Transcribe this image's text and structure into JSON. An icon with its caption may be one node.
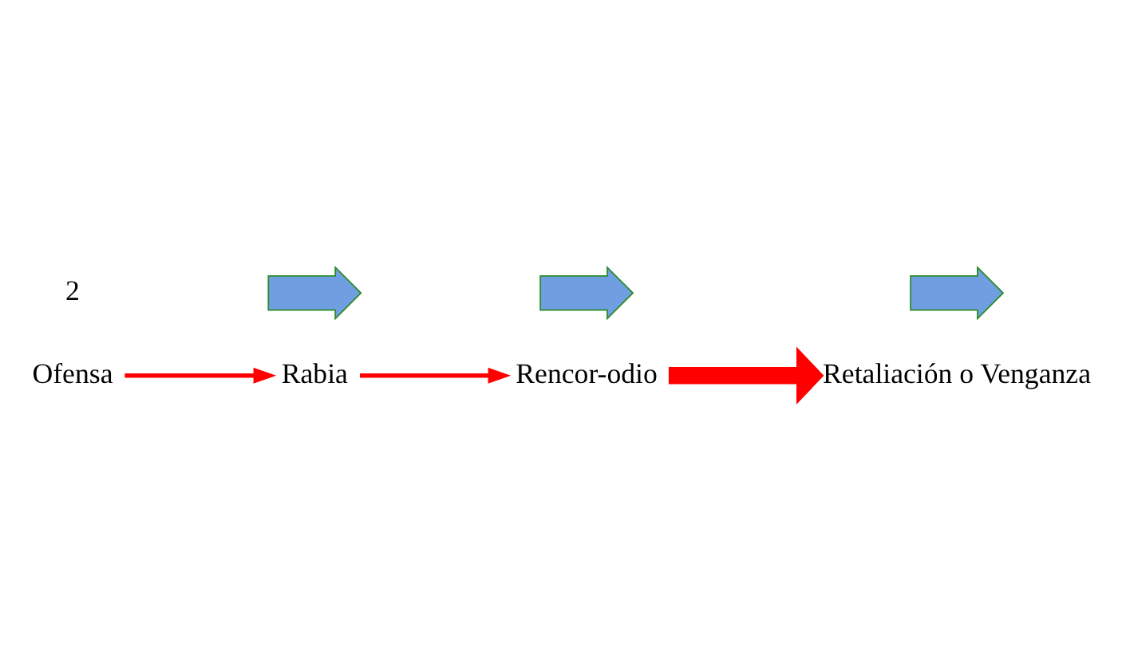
{
  "diagram": {
    "nodes": [
      {
        "text": [
          "Ofensa"
        ]
      },
      {
        "text": [
          "Rabia"
        ]
      },
      {
        "text": [
          "Rencor-odio"
        ]
      },
      {
        "text": [
          "Retaliación o Venganza"
        ]
      },
      {
        "text": [],
        "shape": "curved-arrow"
      },
      {
        "text": [],
        "shape": "curved-arrow"
      },
      {
        "text": [],
        "shape": "curved-arrow"
      }
    ],
    "edges": [
      {
        "from": 0,
        "to": 1,
        "arrow": "to"
      },
      {
        "from": 1,
        "to": 2,
        "arrow": "to"
      },
      {
        "from": 2,
        "to": 3,
        "arrow": "to",
        "style": "thick"
      }
    ],
    "labels": [
      "2"
    ]
  }
}
